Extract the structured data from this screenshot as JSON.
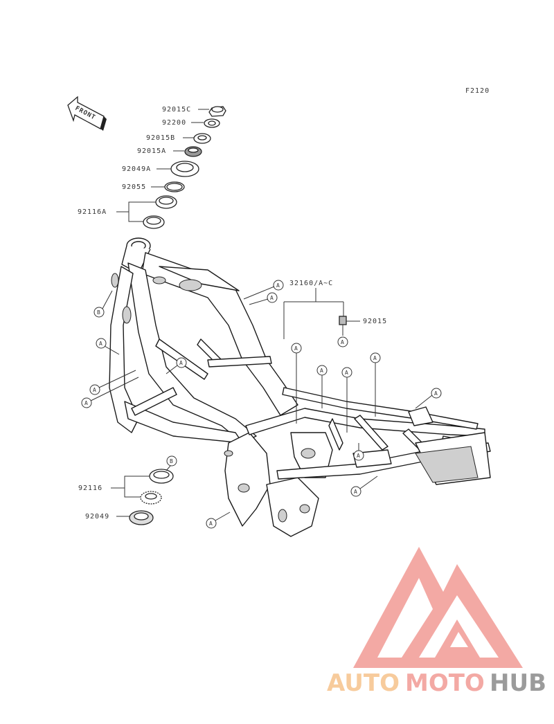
{
  "figure_code": "F2120",
  "front_label": "FRONT",
  "part_labels": {
    "p92015C": "92015C",
    "p92200": "92200",
    "p92015B": "92015B",
    "p92015A": "92015A",
    "p92049A": "92049A",
    "p92055": "92055",
    "p92116A": "92116A",
    "p32160": "32160/A~C",
    "p92015": "92015",
    "p92116": "92116",
    "p92049": "92049"
  },
  "callouts": {
    "a": "A",
    "b": "B"
  },
  "watermark": {
    "auto": "AUTO",
    "moto": "MOTO",
    "hub": "HUB",
    "colors": {
      "auto": "#f6c28b",
      "moto": "#f29b95",
      "hub": "#8a8a8a"
    }
  }
}
